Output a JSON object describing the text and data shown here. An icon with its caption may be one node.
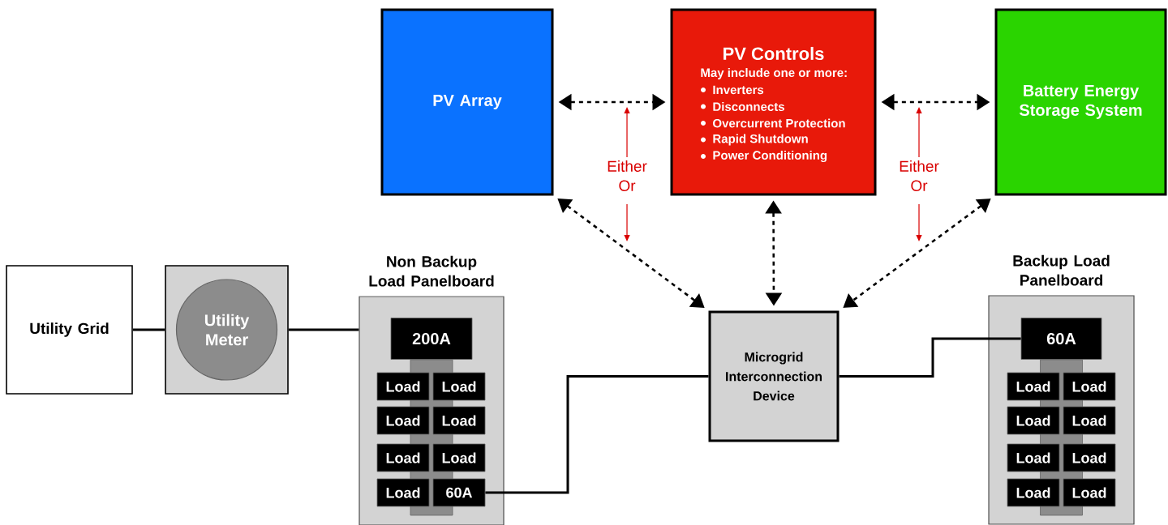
{
  "diagram": {
    "nodes": [
      {
        "text": [
          "PV Array"
        ]
      },
      {
        "text": [
          "PV Controls",
          "May include one or more:",
          "Inverters",
          "Disconnects",
          "Overcurrent Protection",
          "Rapid Shutdown",
          "Power Conditioning"
        ]
      },
      {
        "text": [
          "Battery Energy Storage System"
        ]
      },
      {
        "text": [
          "Utility Grid"
        ]
      },
      {
        "text": [],
        "shape": "box"
      },
      {
        "text": [
          "Utility Meter"
        ],
        "in": 4
      },
      {
        "text": [
          "Non Backup Load Panelboard"
        ]
      },
      {
        "text": [
          "200A"
        ],
        "in": 6
      },
      {
        "text": [
          "Load"
        ],
        "in": 6
      },
      {
        "text": [
          "Load"
        ],
        "in": 6
      },
      {
        "text": [
          "Load"
        ],
        "in": 6
      },
      {
        "text": [
          "Load"
        ],
        "in": 6
      },
      {
        "text": [
          "Load"
        ],
        "in": 6
      },
      {
        "text": [
          "Load"
        ],
        "in": 6
      },
      {
        "text": [
          "Load"
        ],
        "in": 6
      },
      {
        "text": [
          "60A"
        ],
        "in": 6
      },
      {
        "text": [
          "Microgrid Interconnection Device"
        ]
      },
      {
        "text": [
          "Backup Load Panelboard"
        ]
      },
      {
        "text": [
          "60A"
        ],
        "in": 17
      },
      {
        "text": [
          "Load"
        ],
        "in": 17
      },
      {
        "text": [
          "Load"
        ],
        "in": 17
      },
      {
        "text": [
          "Load"
        ],
        "in": 17
      },
      {
        "text": [
          "Load"
        ],
        "in": 17
      },
      {
        "text": [
          "Load"
        ],
        "in": 17
      },
      {
        "text": [
          "Load"
        ],
        "in": 17
      },
      {
        "text": [
          "Load"
        ],
        "in": 17
      },
      {
        "text": [
          "Load"
        ],
        "in": 17
      }
    ],
    "edges": [
      {
        "from": 0,
        "to": 1,
        "arrow": "both",
        "style": "dashed"
      },
      {
        "from": 1,
        "to": 2,
        "arrow": "both",
        "style": "dashed"
      },
      {
        "from": 0,
        "to": 16,
        "arrow": "both",
        "style": "dashed"
      },
      {
        "from": 1,
        "to": 16,
        "arrow": "both",
        "style": "dashed"
      },
      {
        "from": 2,
        "to": 16,
        "arrow": "both",
        "style": "dashed"
      },
      {
        "from": 3,
        "to": 4,
        "arrow": "none"
      },
      {
        "from": 4,
        "to": 6,
        "arrow": "none"
      },
      {
        "from": 15,
        "to": 16,
        "arrow": "none"
      },
      {
        "from": 16,
        "to": 18,
        "arrow": "none"
      }
    ],
    "labels": [
      "Either Or",
      "Either Or"
    ]
  }
}
